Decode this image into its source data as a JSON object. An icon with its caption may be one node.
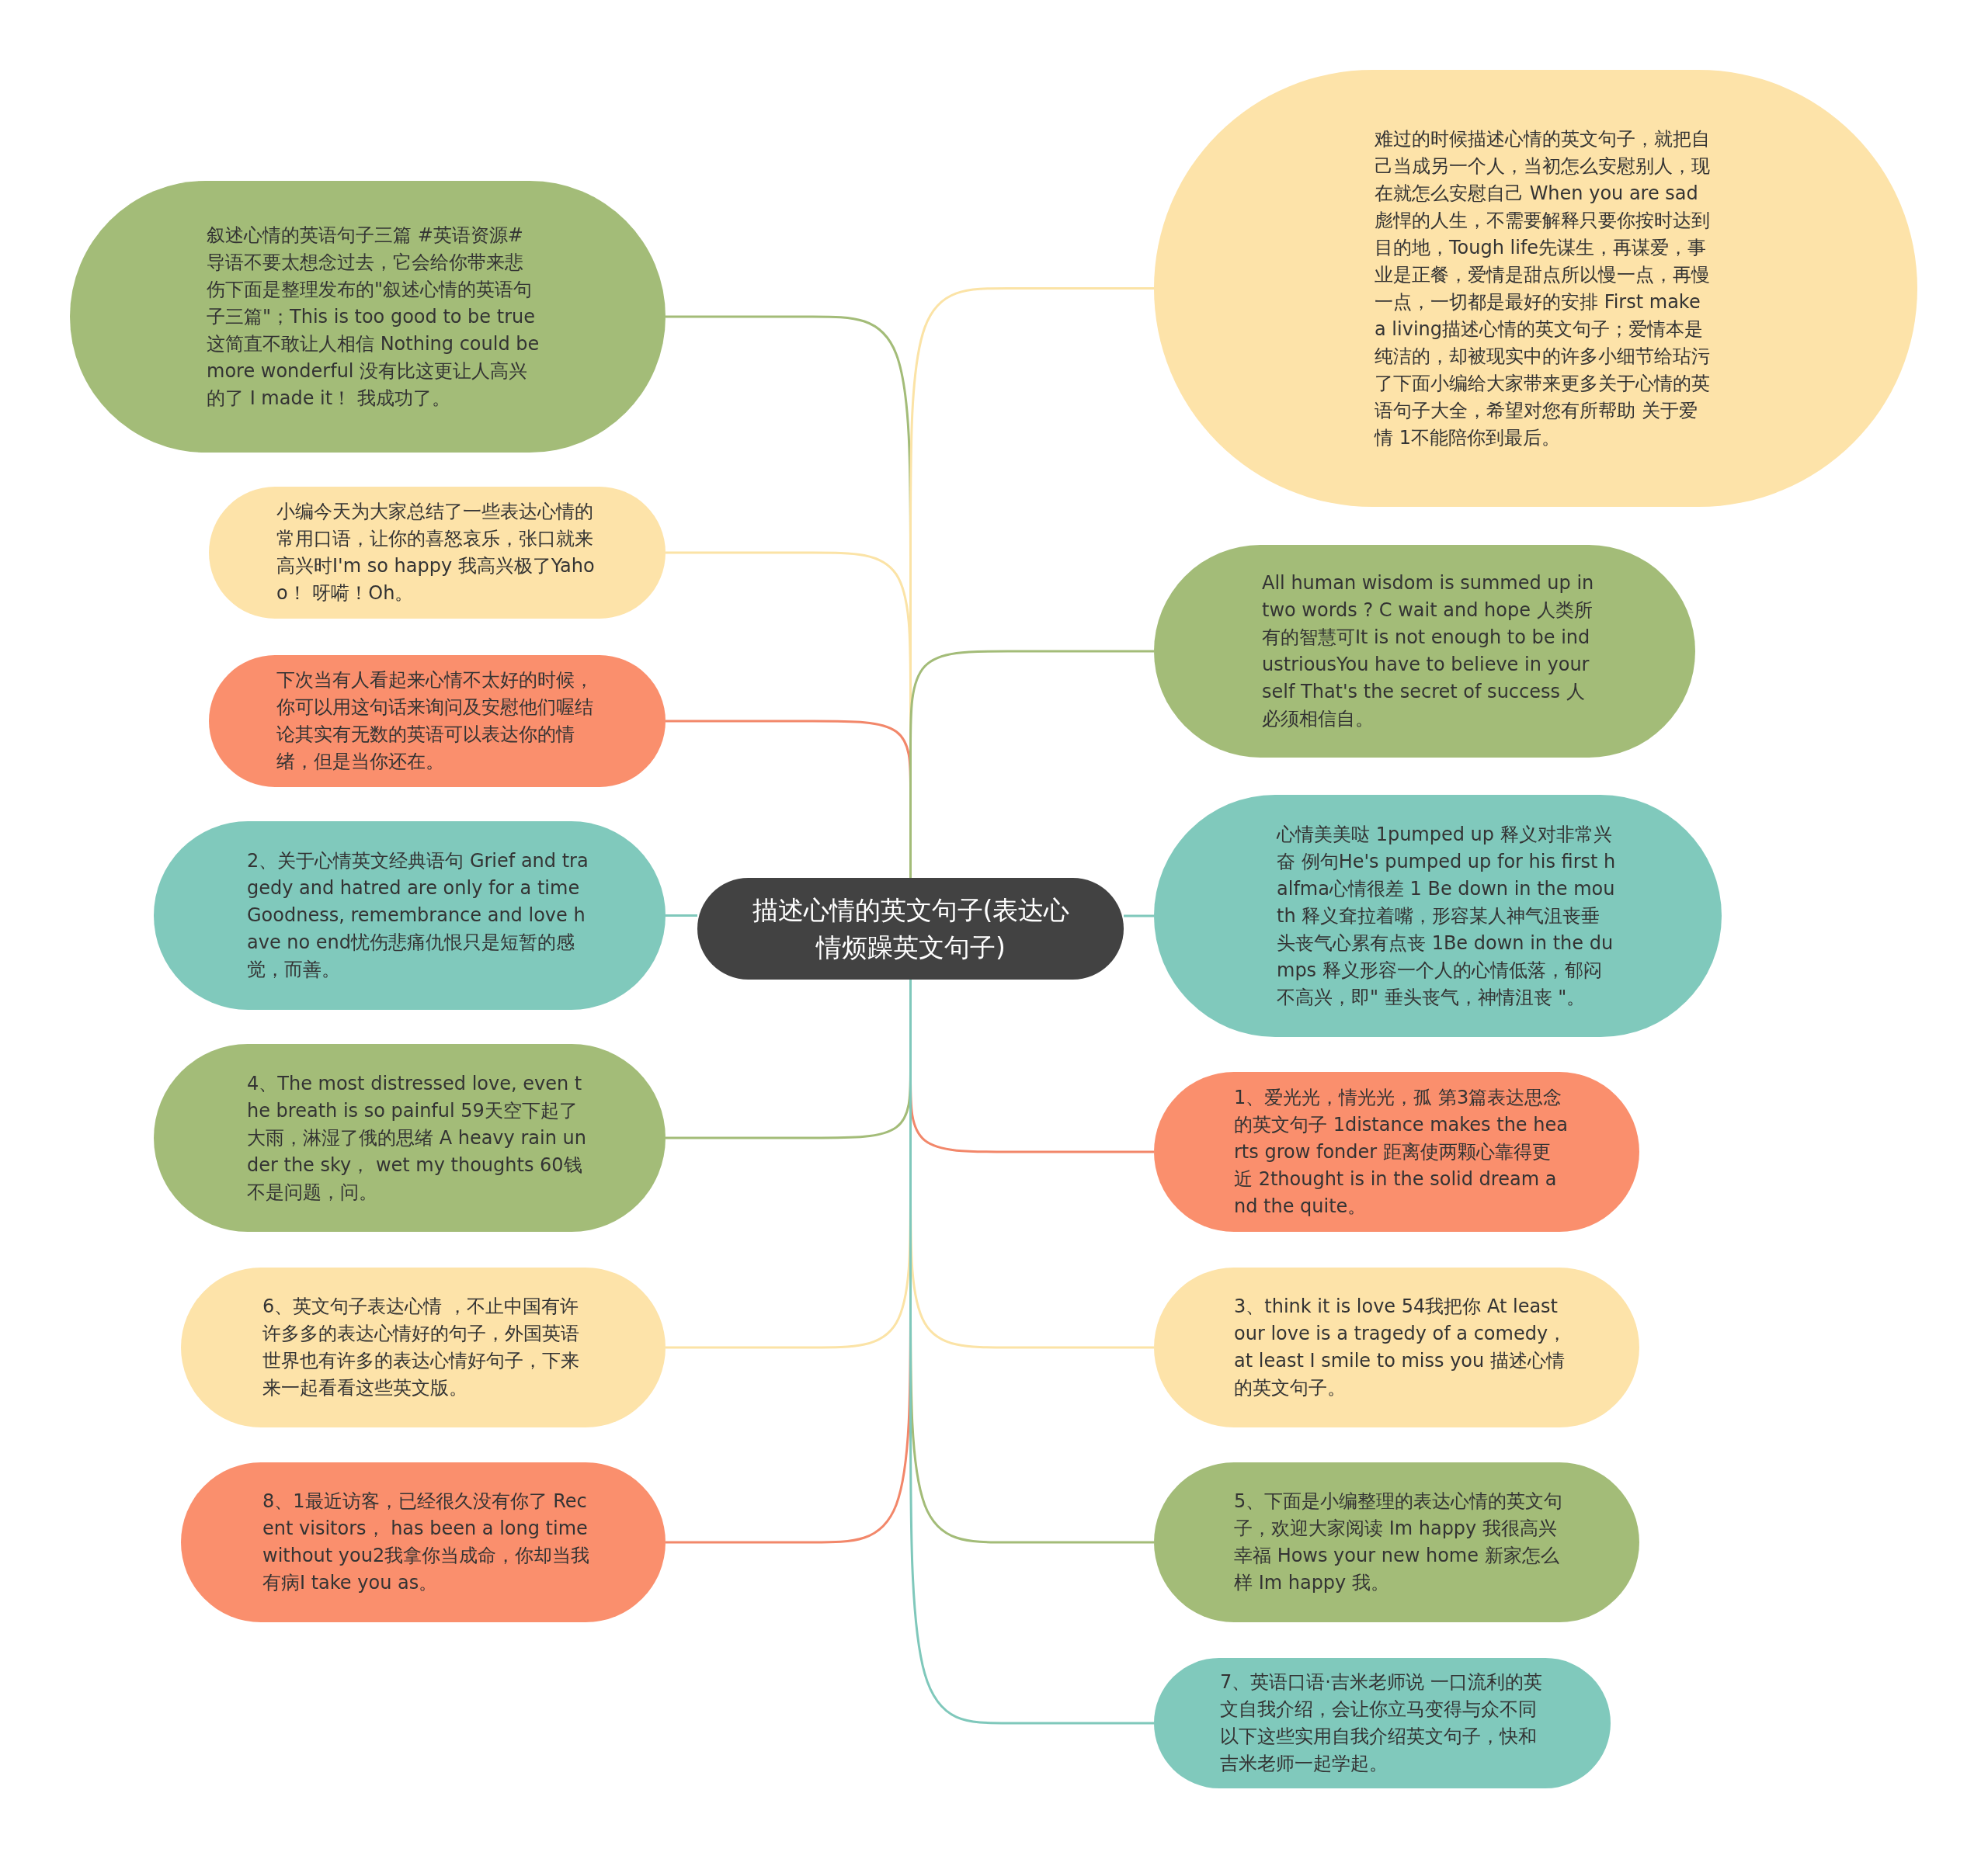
{
  "diagram": {
    "nodes": [
      {
        "text": [
          "描述心情的英文句子(表达心情烦躁英文句子)"
        ]
      },
      {
        "text": [
          "叙述心情的英语句子三篇 #英语资源# 导语不要太想念过去，它会给你带来悲伤下面是整理发布的\"叙述心情的英语句子三篇\"；This is too good to be true 这简直不敢让人相信 Nothing could be more wonderful 没有比这更让人高兴的了 I made it！ 我成功了。"
        ]
      },
      {
        "text": [
          "小编今天为大家总结了一些表达心情的常用口语，让你的喜怒哀乐，张口就来高兴时I'm so happy 我高兴极了Yahoo！ 呀嗬！Oh。"
        ]
      },
      {
        "text": [
          "下次当有人看起来心情不太好的时候，你可以用这句话来询问及安慰他们喔结论其实有无数的英语可以表达你的情绪，但是当你还在。"
        ]
      },
      {
        "text": [
          "2、关于心情英文经典语句 Grief and tragedy and hatred are only for a time Goodness, remembrance and love have no end忧伤悲痛仇恨只是短暂的感觉，而善。"
        ]
      },
      {
        "text": [
          "4、The most distressed love, even the breath is so painful 59天空下起了大雨，淋湿了俄的思绪 A heavy rain under the sky， wet my thoughts 60钱不是问题，问。"
        ]
      },
      {
        "text": [
          "6、英文句子表达心情 ，不止中国有许许多多的表达心情好的句子，外国英语世界也有许多的表达心情好句子，下来来一起看看这些英文版。"
        ]
      },
      {
        "text": [
          "8、1最近访客，已经很久没有你了 Recent visitors， has been a long time without you2我拿你当成命，你却当我有病I take you as。"
        ]
      },
      {
        "text": [
          "难过的时候描述心情的英文句子，就把自己当成另一个人，当初怎么安慰别人，现在就怎么安慰自己 When you are sad彪悍的人生，不需要解释只要你按时达到目的地，Tough life先谋生，再谋爱，事业是正餐，爱情是甜点所以慢一点，再慢一点，一切都是最好的安排 First make a living描述心情的英文句子；爱情本是纯洁的，却被现实中的许多小细节给玷污了下面小编给大家带来更多关于心情的英语句子大全，希望对您有所帮助 关于爱情 1不能陪你到最后。"
        ]
      },
      {
        "text": [
          "All human wisdom is summed up in two words ? C wait and hope 人类所有的智慧可It is not enough to be industriousYou have to believe in yourself That's the secret of success 人必须相信自。"
        ]
      },
      {
        "text": [
          "心情美美哒 1pumped up 释义对非常兴奋 例句He's pumped up for his first halfma心情很差 1 Be down in the mouth 释义耷拉着嘴，形容某人神气沮丧垂头丧气心累有点丧 1Be down in the dumps 释义形容一个人的心情低落，郁闷不高兴，即\" 垂头丧气，神情沮丧 \"。"
        ]
      },
      {
        "text": [
          "1、爱光光，情光光，孤 第3篇表达思念的英文句子 1distance makes the hearts grow fonder 距离使两颗心靠得更近 2thought is in the solid dream and the quite。"
        ]
      },
      {
        "text": [
          "3、think it is love 54我把你 At least our love is a tragedy of a comedy， at least I smile to miss you 描述心情的英文句子。"
        ]
      },
      {
        "text": [
          "5、下面是小编整理的表达心情的英文句子，欢迎大家阅读 Im happy 我很高兴幸福 Hows your new home 新家怎么样 Im happy 我。"
        ]
      },
      {
        "text": [
          "7、英语口语·吉米老师说 一口流利的英文自我介绍，会让你立马变得与众不同以下这些实用自我介绍英文句子，快和吉米老师一起学起。"
        ]
      }
    ],
    "edges": [
      {
        "from": 0,
        "to": 1,
        "arrow": "none",
        "color": "#a3bc78"
      },
      {
        "from": 0,
        "to": 2,
        "arrow": "none",
        "color": "#fbe3a6"
      },
      {
        "from": 0,
        "to": 3,
        "arrow": "none",
        "color": "#f2876a"
      },
      {
        "from": 0,
        "to": 4,
        "arrow": "none",
        "color": "#7fc8bb"
      },
      {
        "from": 0,
        "to": 5,
        "arrow": "none",
        "color": "#a3bc78"
      },
      {
        "from": 0,
        "to": 6,
        "arrow": "none",
        "color": "#fbe3a6"
      },
      {
        "from": 0,
        "to": 7,
        "arrow": "none",
        "color": "#f2876a"
      },
      {
        "from": 0,
        "to": 8,
        "arrow": "none",
        "color": "#fbe3a6"
      },
      {
        "from": 0,
        "to": 9,
        "arrow": "none",
        "color": "#a3bc78"
      },
      {
        "from": 0,
        "to": 10,
        "arrow": "none",
        "color": "#7fc8bb"
      },
      {
        "from": 0,
        "to": 11,
        "arrow": "none",
        "color": "#f2876a"
      },
      {
        "from": 0,
        "to": 12,
        "arrow": "none",
        "color": "#fbe3a6"
      },
      {
        "from": 0,
        "to": 13,
        "arrow": "none",
        "color": "#a3bc78"
      },
      {
        "from": 0,
        "to": 14,
        "arrow": "none",
        "color": "#7fc8bb"
      }
    ]
  }
}
